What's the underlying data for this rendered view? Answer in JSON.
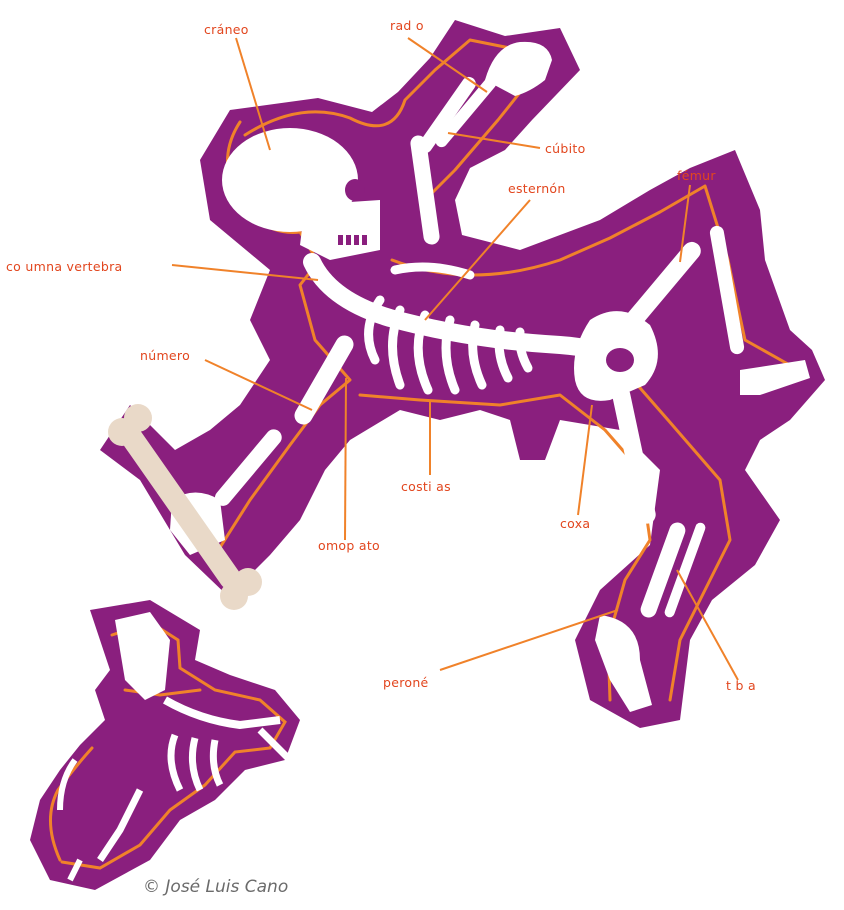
{
  "colors": {
    "background": "#ffffff",
    "silhouette": "#8a1f7e",
    "bone": "#ffffff",
    "bone_shadow": "#e9d9c8",
    "outline": "#f0822a",
    "label": "#e2461e"
  },
  "labels": {
    "craneo": "cráneo",
    "radio": "rad o",
    "cubito": "cúbito",
    "femur": "fémur",
    "esternon": "esternón",
    "columna": "co umna vertebra",
    "humero": "número",
    "costillas": "costi as",
    "coxa": "coxa",
    "omoplato": "omop ato",
    "perone": "peroné",
    "tibia": "t b a"
  },
  "credit": "© José Luis Cano"
}
